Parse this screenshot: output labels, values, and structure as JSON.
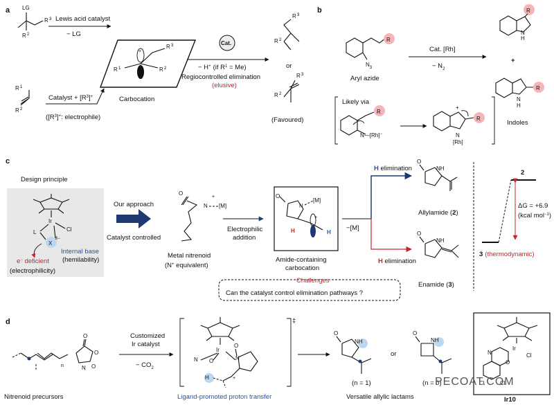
{
  "panels": {
    "a": "a",
    "b": "b",
    "c": "c",
    "d": "d"
  },
  "a": {
    "lg": "LG",
    "r3_top": "R",
    "r2_top": "R",
    "lewis_acid": "Lewis acid catalyst",
    "minus_lg": "− LG",
    "r1": "R",
    "r2": "R",
    "r3": "R",
    "catalyst_plus": "Catalyst + [R",
    "plus_sup": "+",
    "electrophile": "([R",
    "electrophile_tail": "]",
    "electrophile_desc": ": electrophile)",
    "carbocation": "Carbocation",
    "cat": "Cat.",
    "minus_h": "− H",
    "if_r1_me": "(if R",
    "if_r1_tail": " = Me)",
    "regio": "Regiocontrolled elimination",
    "elusive": "(elusive)",
    "or": "or",
    "favoured": "(Favoured)",
    "sup1": "1",
    "sup2": "2",
    "sup3": "3"
  },
  "b": {
    "aryl_azide": "Aryl azide",
    "n3": "N",
    "n3_sub": "3",
    "cat_rh": "Cat. [Rh]",
    "minus_n2": "− N",
    "n2_sub": "2",
    "likely_via": "Likely via",
    "rh_bracket": "N—[Rh]",
    "rh_minus": "−",
    "rh_n": "N",
    "rh_label": "[Rh]",
    "plus": "+",
    "indoles": "Indoles",
    "h": "H",
    "n": "N",
    "r": "R"
  },
  "c": {
    "design_principle": "Design principle",
    "ir": "Ir",
    "cl": "Cl",
    "l": "L",
    "x_delta": "X",
    "delta": "δ−",
    "e_deficient": "e",
    "e_deficient_tail": " deficient",
    "e_minus": "−",
    "electrophilicity": "(electrophilicity)",
    "internal_base": "Internal base",
    "hemilability": "(hemilability)",
    "our_approach": "Our approach",
    "catalyst_controlled": "Catalyst controlled",
    "metal_nitrenoid": "Metal nitrenoid",
    "n_equiv": "(N",
    "n_equiv_sup": "+",
    "n_equiv_tail": " equivalent)",
    "m": "[M]",
    "electrophilic": "Electrophilic",
    "addition": "addition",
    "amide_line1": "Amide-containing",
    "amide_line2": "carbocation",
    "minus_m": "−[M]",
    "h_elim_top": " elimination",
    "h_elim_bottom": " elimination",
    "h": "H",
    "allylamide": "Allylamide (",
    "allylamide_num": "2",
    "enamide": "Enamide (",
    "enamide_num": "3",
    "close_paren": ")",
    "challenges": "Challenges",
    "question": "Can the catalyst control elimination pathways ?",
    "label2": "2",
    "delta_g": "ΔG = +6.9",
    "kcal": "(kcal mol",
    "kcal_sup": "−1",
    "kcal_tail": ")",
    "label3": "3",
    "thermo": "(thermodynamic)",
    "o": "O",
    "nh": "NH",
    "n": "N"
  },
  "d": {
    "nitrenoid_precursors": "Nitrenoid precursors",
    "n_sub": "n",
    "customized": "Customized",
    "ir_catalyst": "Ir catalyst",
    "minus_co2": "− CO",
    "co2_sub": "2",
    "ligand_transfer": "Ligand-promoted proton transfer",
    "double_dagger": "‡",
    "versatile": "Versatile allylic lactams",
    "or": "or",
    "n1": "(n = 1)",
    "n0": "(n = 0)",
    "ir10": "Ir10",
    "nh": "NH",
    "o": "O",
    "ir": "Ir",
    "cl": "Cl",
    "n": "N",
    "h": "H"
  },
  "watermark": "PECOAT.COM",
  "colors": {
    "accent_red": "#c0282d",
    "accent_blue": "#2a52a0",
    "highlight_pink": "#f4b6b6",
    "highlight_blue": "#bcd7f2",
    "panel_gray": "#e8e8e8",
    "navy_arrow": "#1f3a73"
  }
}
